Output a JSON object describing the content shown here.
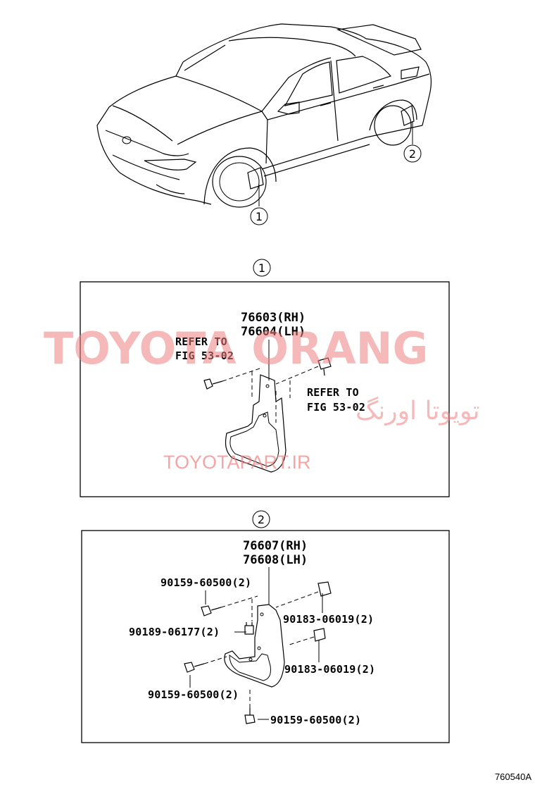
{
  "callouts": {
    "one": "1",
    "two": "2"
  },
  "panel1": {
    "part_rh": "76603(RH)",
    "part_lh": "76604(LH)",
    "refer_left_1": "REFER TO",
    "refer_left_2": "FIG 53-02",
    "refer_right_1": "REFER TO",
    "refer_right_2": "FIG 53-02"
  },
  "panel2": {
    "part_rh": "76607(RH)",
    "part_lh": "76608(LH)",
    "screw_top": "90159-60500(2)",
    "nut": "90189-06177(2)",
    "clip_top": "90183-06019(2)",
    "clip_bottom": "90183-06019(2)",
    "screw_mid": "90159-60500(2)",
    "screw_bottom": "90159-60500(2)"
  },
  "watermark": {
    "brand": "TOYOTA ORANG",
    "persian": "تویوتا اورنگ",
    "url": "TOYOTAPART.IR"
  },
  "figure_id": "760540A"
}
